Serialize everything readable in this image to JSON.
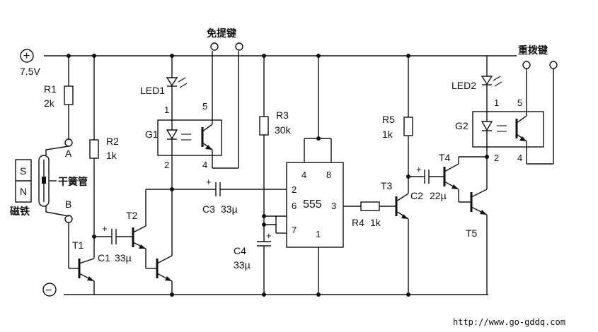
{
  "supply": {
    "plus": "+",
    "voltage": "7.5V",
    "minus": "−"
  },
  "labels": {
    "hands_free_key": "免提键",
    "redial_key": "重拨键",
    "reed_switch": "干簧管",
    "magnet": "磁铁",
    "magnet_s": "S",
    "magnet_n": "N",
    "node_a": "A",
    "node_b": "B"
  },
  "components": {
    "r1": {
      "name": "R1",
      "value": "2k"
    },
    "r2": {
      "name": "R2",
      "value": "1k"
    },
    "r3": {
      "name": "R3",
      "value": "30k"
    },
    "r4": {
      "name": "R4",
      "value": "1k"
    },
    "r5": {
      "name": "R5",
      "value": "1k"
    },
    "c1": {
      "name": "C1",
      "value": "33µ"
    },
    "c2": {
      "name": "C2",
      "value": "22µ"
    },
    "c3": {
      "name": "C3",
      "value": "33µ"
    },
    "c4": {
      "name": "C4",
      "value": "33µ"
    },
    "t1": "T1",
    "t2": "T2",
    "t3": "T3",
    "t4": "T4",
    "t5": "T5",
    "led1": "LED1",
    "led2": "LED2",
    "g1": "G1",
    "g2": "G2",
    "ic": "555"
  },
  "pins": {
    "g1_1": "1",
    "g1_2": "2",
    "g1_4": "4",
    "g1_5": "5",
    "g2_1": "1",
    "g2_2": "2",
    "g2_4": "4",
    "g2_5": "5",
    "ic_4": "4",
    "ic_8": "8",
    "ic_2": "2",
    "ic_6": "6",
    "ic_7": "7",
    "ic_3": "3",
    "ic_1": "1"
  },
  "watermark": "http://www.go-gddq.com",
  "caps_plus": "+"
}
